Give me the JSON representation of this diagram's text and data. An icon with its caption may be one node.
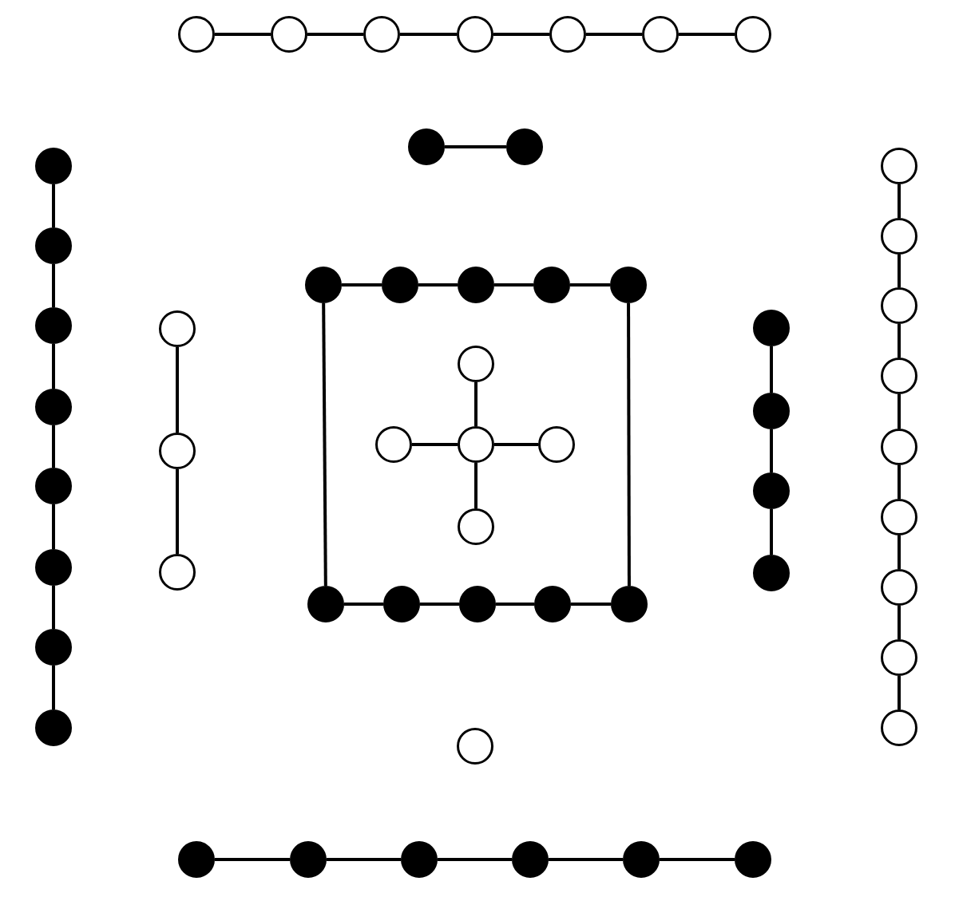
{
  "diagram": {
    "nodes": [
      {
        "text": [],
        "shape": "circle"
      },
      {
        "text": [],
        "shape": "circle"
      },
      {
        "text": [],
        "shape": "circle"
      },
      {
        "text": [],
        "shape": "circle"
      },
      {
        "text": [],
        "shape": "circle"
      },
      {
        "text": [],
        "shape": "circle"
      },
      {
        "text": [],
        "shape": "circle"
      },
      {
        "text": [],
        "shape": "dot"
      },
      {
        "text": [],
        "shape": "dot"
      },
      {
        "text": [],
        "shape": "dot"
      },
      {
        "text": [],
        "shape": "dot"
      },
      {
        "text": [],
        "shape": "dot"
      },
      {
        "text": [],
        "shape": "dot"
      },
      {
        "text": [],
        "shape": "dot"
      },
      {
        "text": [],
        "shape": "dot"
      },
      {
        "text": [],
        "shape": "dot"
      },
      {
        "text": [],
        "shape": "dot"
      },
      {
        "text": [],
        "shape": "circle"
      },
      {
        "text": [],
        "shape": "circle"
      },
      {
        "text": [],
        "shape": "circle"
      },
      {
        "text": [],
        "shape": "dot"
      },
      {
        "text": [],
        "shape": "dot"
      },
      {
        "text": [],
        "shape": "dot"
      },
      {
        "text": [],
        "shape": "dot"
      },
      {
        "text": [],
        "shape": "dot"
      },
      {
        "text": [],
        "shape": "circle"
      },
      {
        "text": [],
        "shape": "circle"
      },
      {
        "text": [],
        "shape": "circle"
      },
      {
        "text": [],
        "shape": "circle"
      },
      {
        "text": [],
        "shape": "circle"
      },
      {
        "text": [],
        "shape": "dot"
      },
      {
        "text": [],
        "shape": "dot"
      },
      {
        "text": [],
        "shape": "dot"
      },
      {
        "text": [],
        "shape": "dot"
      },
      {
        "text": [],
        "shape": "dot"
      },
      {
        "text": [],
        "shape": "dot"
      },
      {
        "text": [],
        "shape": "dot"
      },
      {
        "text": [],
        "shape": "dot"
      },
      {
        "text": [],
        "shape": "dot"
      },
      {
        "text": [],
        "shape": "circle"
      },
      {
        "text": [],
        "shape": "circle"
      },
      {
        "text": [],
        "shape": "circle"
      },
      {
        "text": [],
        "shape": "circle"
      },
      {
        "text": [],
        "shape": "circle"
      },
      {
        "text": [],
        "shape": "circle"
      },
      {
        "text": [],
        "shape": "circle"
      },
      {
        "text": [],
        "shape": "circle"
      },
      {
        "text": [],
        "shape": "circle"
      },
      {
        "text": [],
        "shape": "circle"
      },
      {
        "text": [],
        "shape": "dot"
      },
      {
        "text": [],
        "shape": "dot"
      },
      {
        "text": [],
        "shape": "dot"
      },
      {
        "text": [],
        "shape": "dot"
      },
      {
        "text": [],
        "shape": "dot"
      },
      {
        "text": [],
        "shape": "dot"
      }
    ],
    "edges": [
      {
        "from": 0,
        "to": 1,
        "arrow": "none"
      },
      {
        "from": 1,
        "to": 2,
        "arrow": "none"
      },
      {
        "from": 2,
        "to": 3,
        "arrow": "none"
      },
      {
        "from": 3,
        "to": 4,
        "arrow": "none"
      },
      {
        "from": 4,
        "to": 5,
        "arrow": "none"
      },
      {
        "from": 5,
        "to": 6,
        "arrow": "none"
      },
      {
        "from": 7,
        "to": 8,
        "arrow": "none"
      },
      {
        "from": 9,
        "to": 10,
        "arrow": "none"
      },
      {
        "from": 10,
        "to": 11,
        "arrow": "none"
      },
      {
        "from": 11,
        "to": 12,
        "arrow": "none"
      },
      {
        "from": 12,
        "to": 13,
        "arrow": "none"
      },
      {
        "from": 13,
        "to": 14,
        "arrow": "none"
      },
      {
        "from": 14,
        "to": 15,
        "arrow": "none"
      },
      {
        "from": 15,
        "to": 16,
        "arrow": "none"
      },
      {
        "from": 17,
        "to": 18,
        "arrow": "none"
      },
      {
        "from": 18,
        "to": 19,
        "arrow": "none"
      },
      {
        "from": 20,
        "to": 21,
        "arrow": "none"
      },
      {
        "from": 21,
        "to": 22,
        "arrow": "none"
      },
      {
        "from": 22,
        "to": 23,
        "arrow": "none"
      },
      {
        "from": 23,
        "to": 24,
        "arrow": "none"
      },
      {
        "from": 27,
        "to": 25,
        "arrow": "none"
      },
      {
        "from": 27,
        "to": 26,
        "arrow": "none"
      },
      {
        "from": 27,
        "to": 28,
        "arrow": "none"
      },
      {
        "from": 27,
        "to": 29,
        "arrow": "none"
      },
      {
        "from": 30,
        "to": 31,
        "arrow": "none"
      },
      {
        "from": 31,
        "to": 32,
        "arrow": "none"
      },
      {
        "from": 32,
        "to": 33,
        "arrow": "none"
      },
      {
        "from": 33,
        "to": 34,
        "arrow": "none"
      },
      {
        "from": 20,
        "to": 30,
        "arrow": "none"
      },
      {
        "from": 24,
        "to": 34,
        "arrow": "none"
      },
      {
        "from": 35,
        "to": 36,
        "arrow": "none"
      },
      {
        "from": 36,
        "to": 37,
        "arrow": "none"
      },
      {
        "from": 37,
        "to": 38,
        "arrow": "none"
      },
      {
        "from": 39,
        "to": 40,
        "arrow": "none"
      },
      {
        "from": 40,
        "to": 41,
        "arrow": "none"
      },
      {
        "from": 41,
        "to": 42,
        "arrow": "none"
      },
      {
        "from": 42,
        "to": 43,
        "arrow": "none"
      },
      {
        "from": 43,
        "to": 44,
        "arrow": "none"
      },
      {
        "from": 44,
        "to": 45,
        "arrow": "none"
      },
      {
        "from": 45,
        "to": 46,
        "arrow": "none"
      },
      {
        "from": 46,
        "to": 47,
        "arrow": "none"
      },
      {
        "from": 49,
        "to": 50,
        "arrow": "none"
      },
      {
        "from": 50,
        "to": 51,
        "arrow": "none"
      },
      {
        "from": 51,
        "to": 52,
        "arrow": "none"
      },
      {
        "from": 52,
        "to": 53,
        "arrow": "none"
      },
      {
        "from": 53,
        "to": 54,
        "arrow": "none"
      }
    ]
  }
}
